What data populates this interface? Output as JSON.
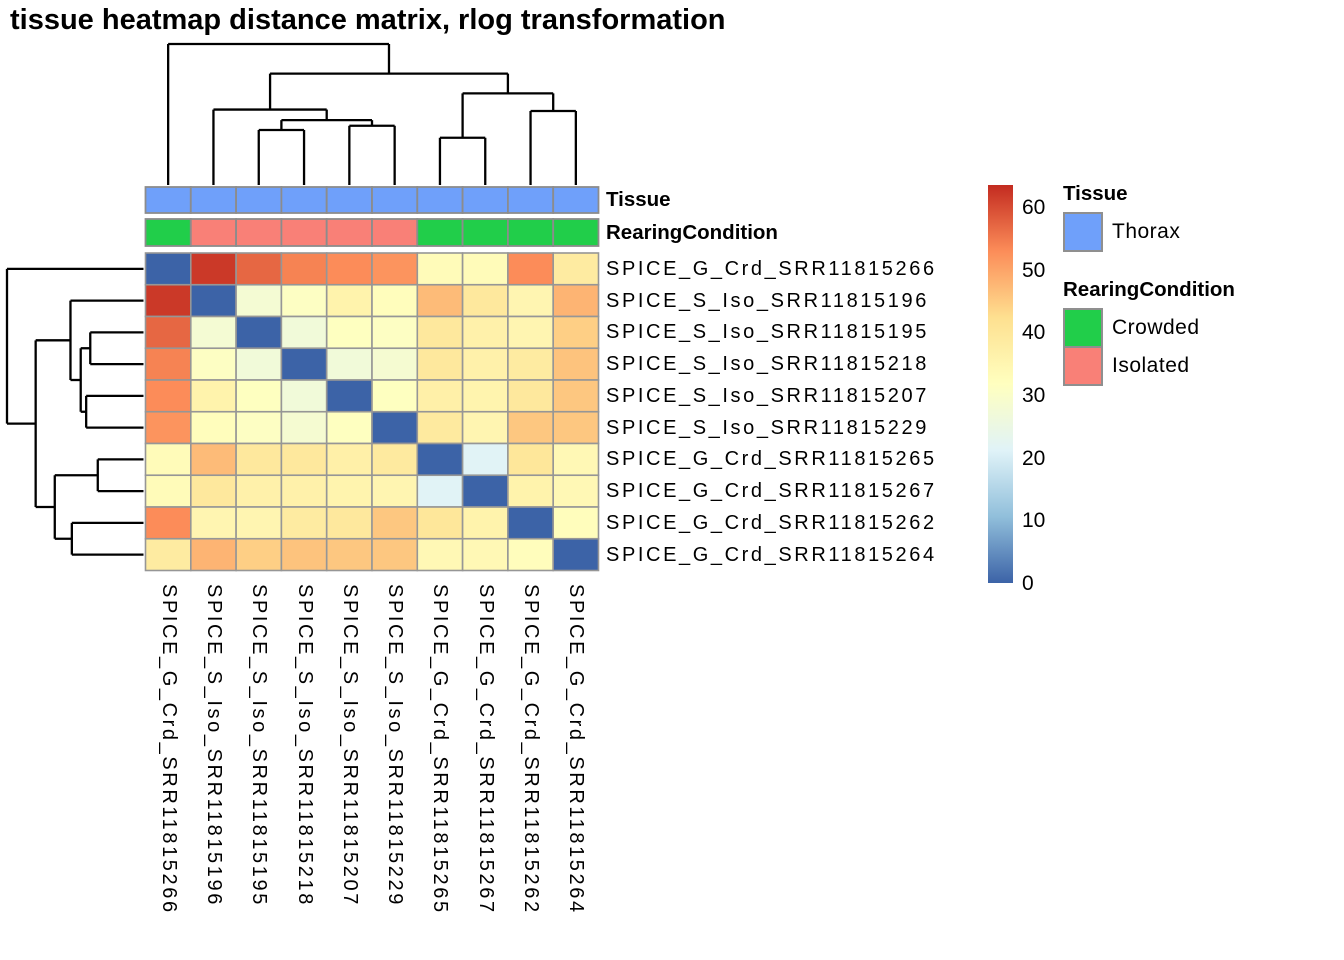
{
  "title": "tissue heatmap distance matrix, rlog transformation",
  "chart_data": {
    "type": "heatmap",
    "title": "tissue heatmap distance matrix, rlog transformation",
    "labels": [
      "SPICE_G_Crd_SRR11815266",
      "SPICE_S_Iso_SRR11815196",
      "SPICE_S_Iso_SRR11815195",
      "SPICE_S_Iso_SRR11815218",
      "SPICE_S_Iso_SRR11815207",
      "SPICE_S_Iso_SRR11815229",
      "SPICE_G_Crd_SRR11815265",
      "SPICE_G_Crd_SRR11815267",
      "SPICE_G_Crd_SRR11815262",
      "SPICE_G_Crd_SRR11815264"
    ],
    "matrix": [
      [
        0,
        62,
        57,
        54,
        53,
        52,
        33,
        33,
        53,
        38.5
      ],
      [
        62,
        0,
        28,
        31,
        36,
        32.5,
        47,
        39.5,
        35,
        48
      ],
      [
        57,
        28,
        0,
        27,
        31.5,
        31,
        39.5,
        36.5,
        35,
        44.5
      ],
      [
        54,
        31,
        27,
        0,
        27,
        28.5,
        39.5,
        36.5,
        38.5,
        46
      ],
      [
        53,
        36,
        31.5,
        27,
        0,
        31.5,
        37,
        35.5,
        39.5,
        45.5
      ],
      [
        52,
        32.5,
        31,
        28.5,
        31.5,
        0,
        39,
        35,
        45.5,
        45.5
      ],
      [
        33,
        47,
        39.5,
        39.5,
        37,
        39,
        0,
        21.5,
        40,
        34
      ],
      [
        33,
        39.5,
        36.5,
        36.5,
        35.5,
        35,
        21.5,
        0,
        36,
        34
      ],
      [
        53,
        35,
        35,
        38.5,
        39.5,
        45.5,
        40,
        36,
        0,
        32.5
      ],
      [
        38.5,
        48,
        44.5,
        46,
        45.5,
        45.5,
        34,
        34,
        32.5,
        0
      ]
    ],
    "colormap": {
      "vmin": 0,
      "vmax": 63.5,
      "stops": [
        "#3C63A7",
        "#91BFDB",
        "#E0F3F8",
        "#FFFFBF",
        "#FEE090",
        "#FC8D59",
        "#C32B20"
      ]
    },
    "colorbar_ticks": [
      "60",
      "50",
      "40",
      "30",
      "20",
      "10",
      "0"
    ],
    "grid_line_color": "#969696",
    "annotations": {
      "tissue": {
        "label": "Tissue",
        "values": [
          "Thorax",
          "Thorax",
          "Thorax",
          "Thorax",
          "Thorax",
          "Thorax",
          "Thorax",
          "Thorax",
          "Thorax",
          "Thorax"
        ],
        "colors": {
          "Thorax": "#6FA0FA"
        }
      },
      "rearing": {
        "label": "RearingCondition",
        "values": [
          "Crowded",
          "Isolated",
          "Isolated",
          "Isolated",
          "Isolated",
          "Isolated",
          "Crowded",
          "Crowded",
          "Crowded",
          "Crowded"
        ],
        "colors": {
          "Crowded": "#21CE4A",
          "Isolated": "#F98077"
        }
      }
    },
    "dendrogram": {
      "merges": [
        {
          "id": "A",
          "children": [
            "L2",
            "L3"
          ],
          "height": 0.39
        },
        {
          "id": "B",
          "children": [
            "L4",
            "L5"
          ],
          "height": 0.42
        },
        {
          "id": "C",
          "children": [
            "A",
            "B"
          ],
          "height": 0.46
        },
        {
          "id": "D",
          "children": [
            "L1",
            "C"
          ],
          "height": 0.535
        },
        {
          "id": "E",
          "children": [
            "L6",
            "L7"
          ],
          "height": 0.335
        },
        {
          "id": "F",
          "children": [
            "L8",
            "L9"
          ],
          "height": 0.525
        },
        {
          "id": "G",
          "children": [
            "E",
            "F"
          ],
          "height": 0.65
        },
        {
          "id": "H",
          "children": [
            "D",
            "G"
          ],
          "height": 0.79
        },
        {
          "id": "I",
          "children": [
            "L0",
            "H"
          ],
          "height": 1.0
        }
      ]
    }
  },
  "legend": {
    "tissue": {
      "title": "Tissue",
      "items": [
        {
          "label": "Thorax",
          "color": "#6FA0FA"
        }
      ]
    },
    "rearing": {
      "title": "RearingCondition",
      "items": [
        {
          "label": "Crowded",
          "color": "#21CE4A"
        },
        {
          "label": "Isolated",
          "color": "#F98077"
        }
      ]
    }
  }
}
